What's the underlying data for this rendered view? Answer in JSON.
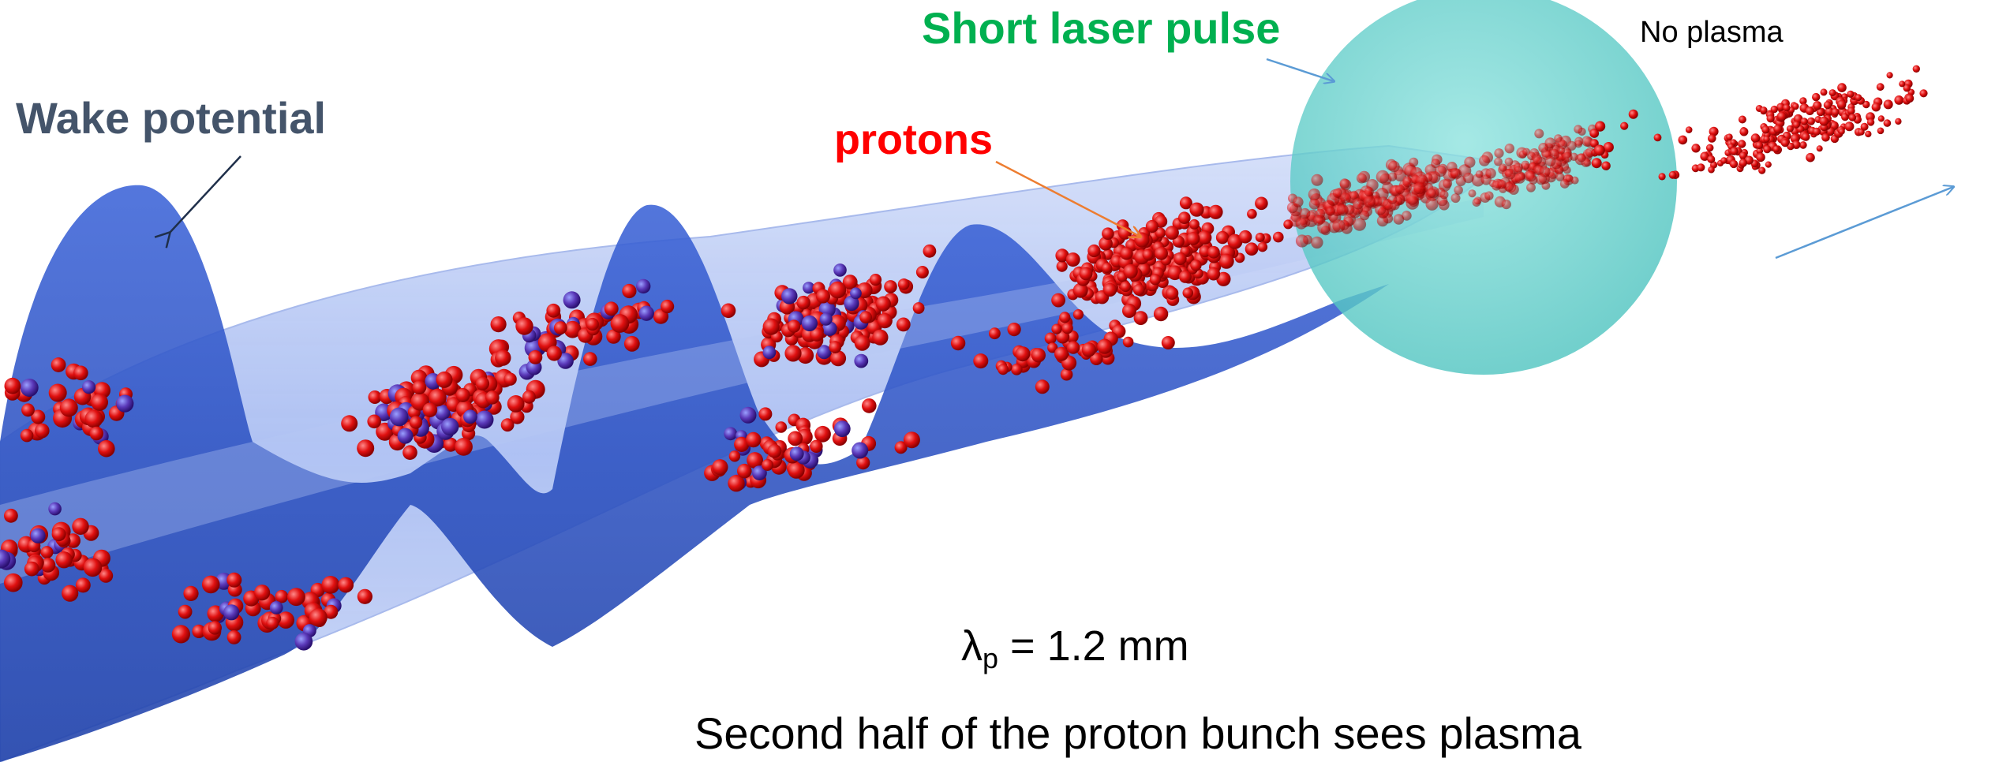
{
  "labels": {
    "wake_potential": "Wake potential",
    "short_laser_pulse": "Short laser pulse",
    "protons": "protons",
    "no_plasma": "No plasma",
    "lambda_symbol": "λ",
    "lambda_subscript": "p",
    "lambda_value": " = 1.2 mm",
    "caption": "Second half of the proton bunch sees plasma"
  },
  "colors": {
    "wake_surface": "#2F55C8",
    "wake_tube": "#A9BDF2",
    "laser_sphere": "#5FCFCB",
    "protons": "#E01010",
    "wake_label": "#44546A",
    "laser_label": "#00B050",
    "protons_label": "#FF0000",
    "arrow_blue": "#5B9BD5",
    "arrow_orange": "#ED7D31"
  }
}
